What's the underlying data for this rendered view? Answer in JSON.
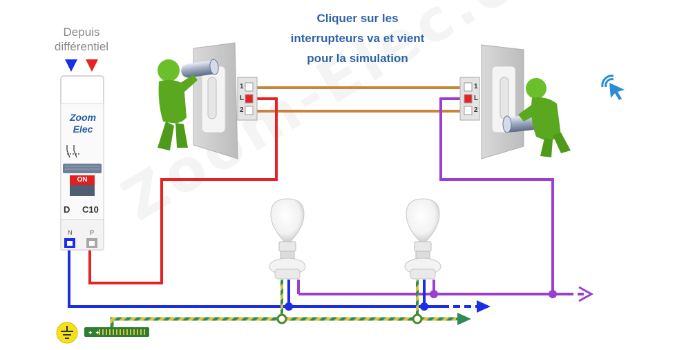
{
  "instruction": {
    "line1": "Cliquer sur les",
    "line2": "interrupteurs va et vient",
    "line3": "pour la simulation"
  },
  "source": {
    "line1": "Depuis",
    "line2": "différentiel"
  },
  "breaker": {
    "brand_line1": "Zoom",
    "brand_line2": "Elec",
    "on_label": "ON",
    "curve": "D",
    "rating": "C10",
    "terminal_n": "N",
    "terminal_p": "P"
  },
  "switch_left": {
    "terminal_1": "1",
    "terminal_l": "L",
    "terminal_2": "2"
  },
  "switch_right": {
    "terminal_1": "1",
    "terminal_l": "L",
    "terminal_2": "2"
  },
  "watermark": "Zoom-Elec.com",
  "colors": {
    "neutral": "#1a2ee6",
    "phase": "#e62222",
    "return": "#9b3fcf",
    "traveler": "#c8843c",
    "earth_green": "#2e8b57",
    "earth_yellow": "#d8c23a",
    "title": "#2f63a8",
    "click_icon": "#2a8bd6"
  },
  "icons": [
    "arrow-down-blue-icon",
    "arrow-down-red-icon",
    "earth-ground-icon",
    "click-pointer-icon",
    "lamp-icon"
  ]
}
